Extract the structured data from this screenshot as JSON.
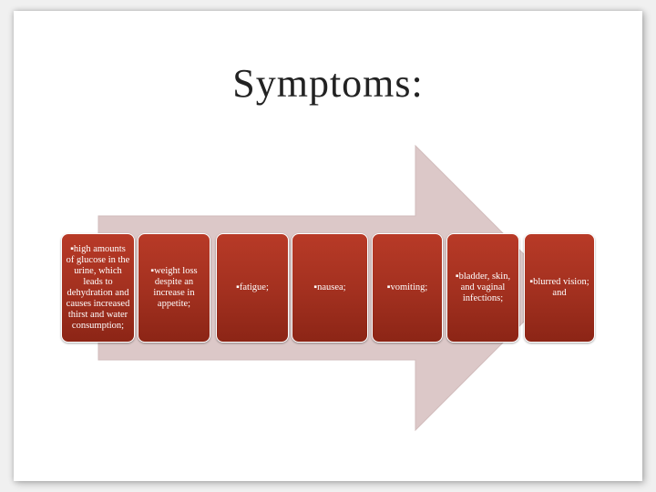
{
  "title": "Symptoms:",
  "colors": {
    "arrow": "#dcc8c8",
    "box": "#a2301f",
    "text": "#ffffff",
    "background": "#ffffff"
  },
  "symptoms": [
    "▪high amounts of glucose in the urine, which leads to dehydration and causes increased thirst and water consumption;",
    "▪weight loss despite an increase in appetite;",
    "▪fatigue;",
    "▪nausea;",
    "▪vomiting;",
    "▪bladder, skin, and vaginal infections;",
    "▪blurred vision; and"
  ]
}
